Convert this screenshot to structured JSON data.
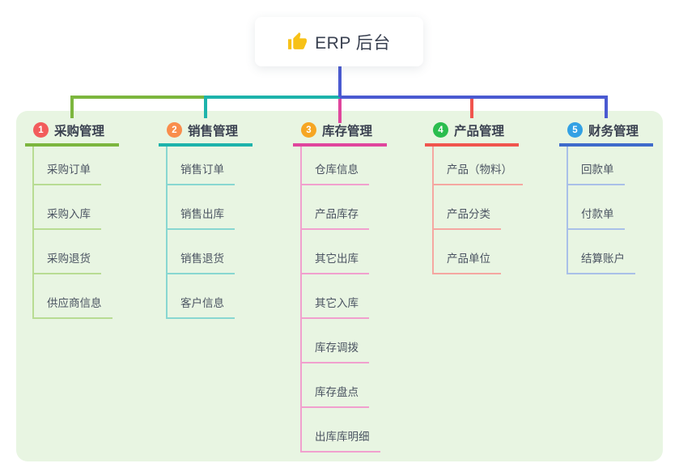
{
  "root": {
    "icon": "thumbs-up-icon",
    "label": "ERP 后台"
  },
  "colors": {
    "panel_bg": "#e8f5e2",
    "trunk_blue": "#4a5ad1",
    "thumb_yellow": "#f7c116"
  },
  "branches": [
    {
      "num": "1",
      "title": "采购管理",
      "badge_color": "#f25c5c",
      "line_color": "#7cb63e",
      "item_line_color": "#b8dc93",
      "items": [
        "采购订单",
        "采购入库",
        "采购退货",
        "供应商信息"
      ]
    },
    {
      "num": "2",
      "title": "销售管理",
      "badge_color": "#f98d4c",
      "line_color": "#1db3ab",
      "item_line_color": "#88d7d1",
      "items": [
        "销售订单",
        "销售出库",
        "销售退货",
        "客户信息"
      ]
    },
    {
      "num": "3",
      "title": "库存管理",
      "badge_color": "#f6a623",
      "line_color": "#e0459d",
      "item_line_color": "#f1a0ce",
      "items": [
        "仓库信息",
        "产品库存",
        "其它出库",
        "其它入库",
        "库存调拨",
        "库存盘点",
        "出库库明细"
      ]
    },
    {
      "num": "4",
      "title": "产品管理",
      "badge_color": "#2abd4e",
      "line_color": "#f0554e",
      "item_line_color": "#f5a7a1",
      "items": [
        "产品（物料）",
        "产品分类",
        "产品单位"
      ]
    },
    {
      "num": "5",
      "title": "财务管理",
      "badge_color": "#32a1e4",
      "line_color": "#3f6bcb",
      "item_line_color": "#a9c0e8",
      "items": [
        "回款单",
        "付款单",
        "结算账户"
      ]
    }
  ]
}
